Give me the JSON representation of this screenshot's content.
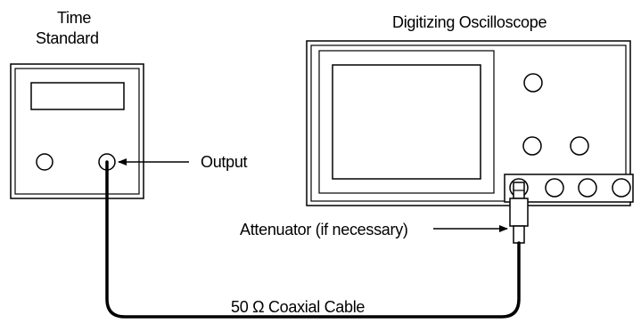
{
  "time_standard": {
    "title_line1": "Time",
    "title_line2": "Standard",
    "output_label": "Output"
  },
  "oscilloscope": {
    "title": "Digitizing Oscilloscope"
  },
  "attenuator": {
    "label": "Attenuator (if necessary)"
  },
  "cable": {
    "label": "50 Ω Coaxial Cable"
  },
  "colors": {
    "stroke": "#000000",
    "background": "#ffffff"
  }
}
